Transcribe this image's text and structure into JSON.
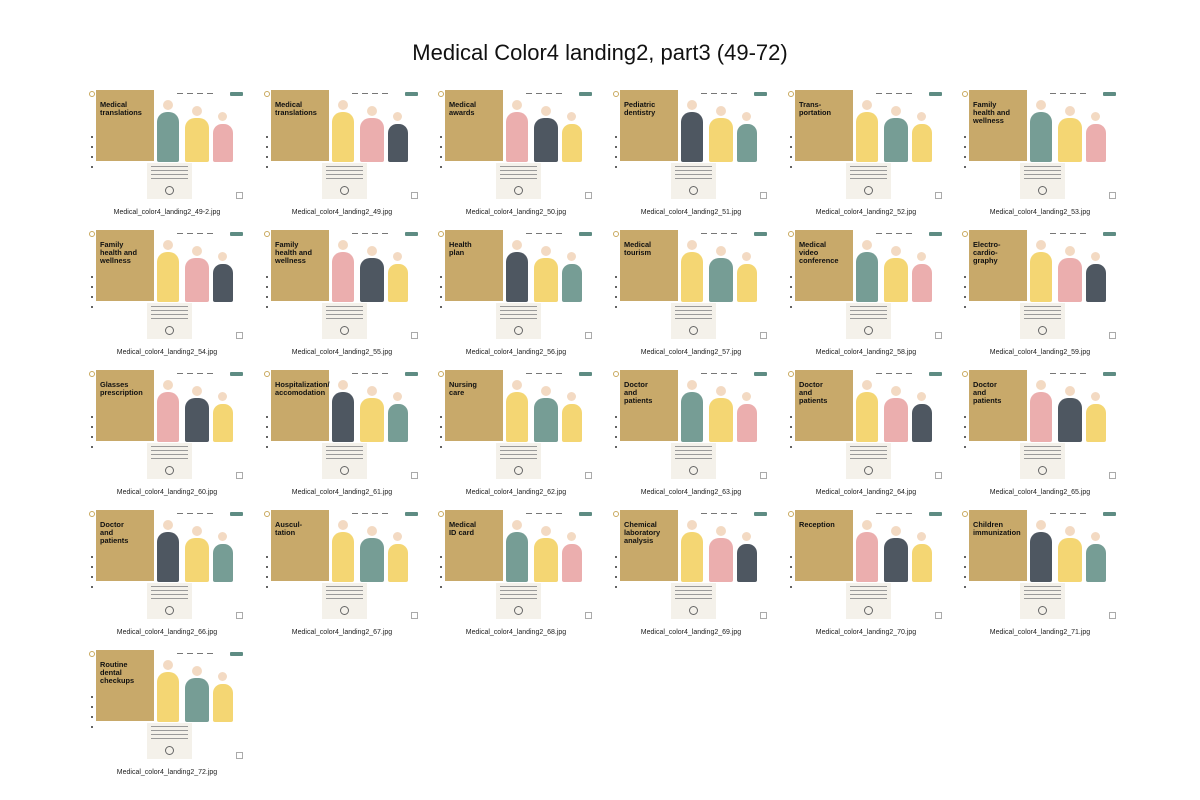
{
  "page_title": "Medical Color4 landing2, part3 (49-72)",
  "colors": {
    "gold_panel": "#c8a96a",
    "teal": "#5e8c83",
    "yellow": "#f2cf5b",
    "pink": "#e7a0a0",
    "dark": "#2f3a45",
    "nav_button": "#5e8c83"
  },
  "thumbnails": [
    {
      "title": "Medical\ntranslations",
      "caption": "Medical_color4_landing2_49-2.jpg"
    },
    {
      "title": "Medical\ntranslations",
      "caption": "Medical_color4_landing2_49.jpg"
    },
    {
      "title": "Medical\nawards",
      "caption": "Medical_color4_landing2_50.jpg"
    },
    {
      "title": "Pediatric\ndentistry",
      "caption": "Medical_color4_landing2_51.jpg"
    },
    {
      "title": "Trans-\nportation",
      "caption": "Medical_color4_landing2_52.jpg"
    },
    {
      "title": "Family\nhealth and\nwellness",
      "caption": "Medical_color4_landing2_53.jpg"
    },
    {
      "title": "Family\nhealth and\nwellness",
      "caption": "Medical_color4_landing2_54.jpg"
    },
    {
      "title": "Family\nhealth and\nwellness",
      "caption": "Medical_color4_landing2_55.jpg"
    },
    {
      "title": "Health\nplan",
      "caption": "Medical_color4_landing2_56.jpg"
    },
    {
      "title": "Medical\ntourism",
      "caption": "Medical_color4_landing2_57.jpg"
    },
    {
      "title": "Medical\nvideo\nconference",
      "caption": "Medical_color4_landing2_58.jpg"
    },
    {
      "title": "Electro-\ncardio-\ngraphy",
      "caption": "Medical_color4_landing2_59.jpg"
    },
    {
      "title": "Glasses\nprescription",
      "caption": "Medical_color4_landing2_60.jpg"
    },
    {
      "title": "Hospitalization/\naccomodation",
      "caption": "Medical_color4_landing2_61.jpg"
    },
    {
      "title": "Nursing\ncare",
      "caption": "Medical_color4_landing2_62.jpg"
    },
    {
      "title": "Doctor\nand\npatients",
      "caption": "Medical_color4_landing2_63.jpg"
    },
    {
      "title": "Doctor\nand\npatients",
      "caption": "Medical_color4_landing2_64.jpg"
    },
    {
      "title": "Doctor\nand\npatients",
      "caption": "Medical_color4_landing2_65.jpg"
    },
    {
      "title": "Doctor\nand\npatients",
      "caption": "Medical_color4_landing2_66.jpg"
    },
    {
      "title": "Auscul-\ntation",
      "caption": "Medical_color4_landing2_67.jpg"
    },
    {
      "title": "Medical\nID card",
      "caption": "Medical_color4_landing2_68.jpg"
    },
    {
      "title": "Chemical\nlaboratory\nanalysis",
      "caption": "Medical_color4_landing2_69.jpg"
    },
    {
      "title": "Reception",
      "caption": "Medical_color4_landing2_70.jpg"
    },
    {
      "title": "Children\nimmunization",
      "caption": "Medical_color4_landing2_71.jpg"
    },
    {
      "title": "Routine\ndental\ncheckups",
      "caption": "Medical_color4_landing2_72.jpg"
    }
  ]
}
